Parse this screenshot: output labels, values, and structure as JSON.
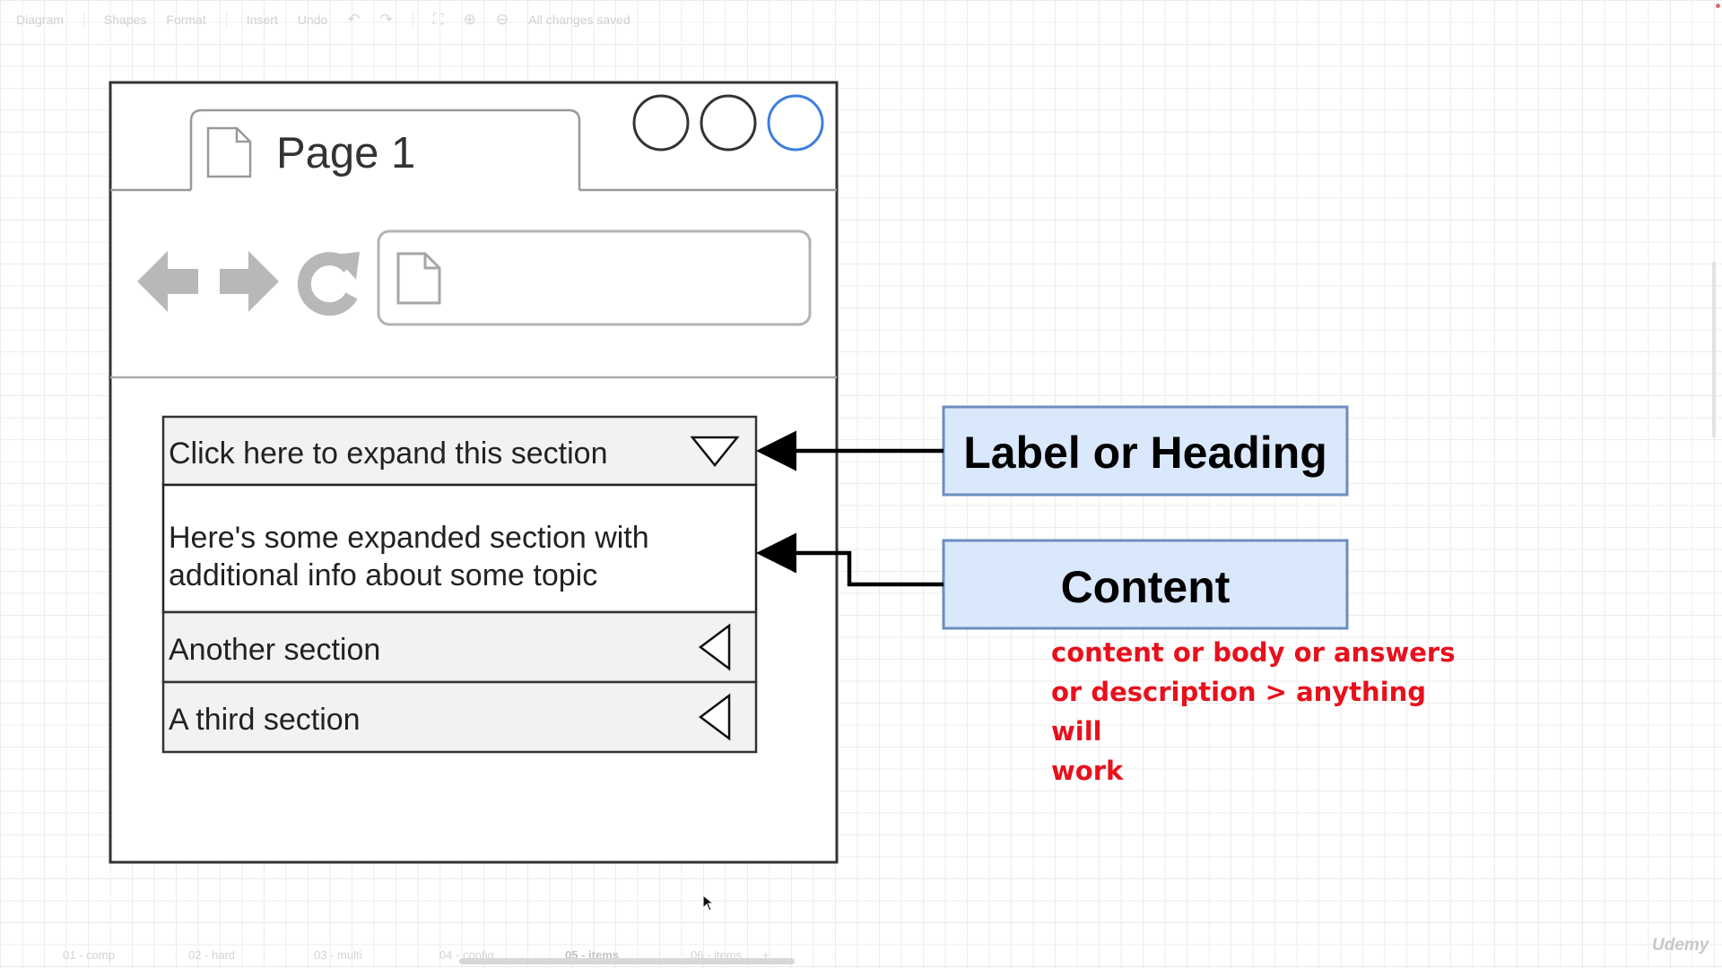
{
  "toolbar": {
    "diagram_menu": "Diagram",
    "shapes": "Shapes",
    "format": "Format",
    "insert": "Insert",
    "undo_label": "Undo",
    "status": "All changes saved"
  },
  "mockup": {
    "tab_title": "Page 1",
    "accordion": {
      "header": "Click here to expand this section",
      "content_line1": "Here's some expanded section with",
      "content_line2": "additional info about some topic",
      "section2": "Another section",
      "section3": "A third section"
    }
  },
  "callouts": {
    "label_box": "Label or Heading",
    "content_box": "Content",
    "note_line1": "content or body or answers",
    "note_line2": "or description > anything will",
    "note_line3": "work"
  },
  "pages": [
    "01 - comp",
    "02 - hard",
    "03 - multi",
    "04 - config",
    "05 - items",
    "06 - items"
  ],
  "watermark": "Udemy",
  "colors": {
    "callout_fill": "#dae8fc",
    "callout_border": "#6c8ebf",
    "note_text": "#e8101b",
    "accent_circle": "#3d7ee0"
  }
}
